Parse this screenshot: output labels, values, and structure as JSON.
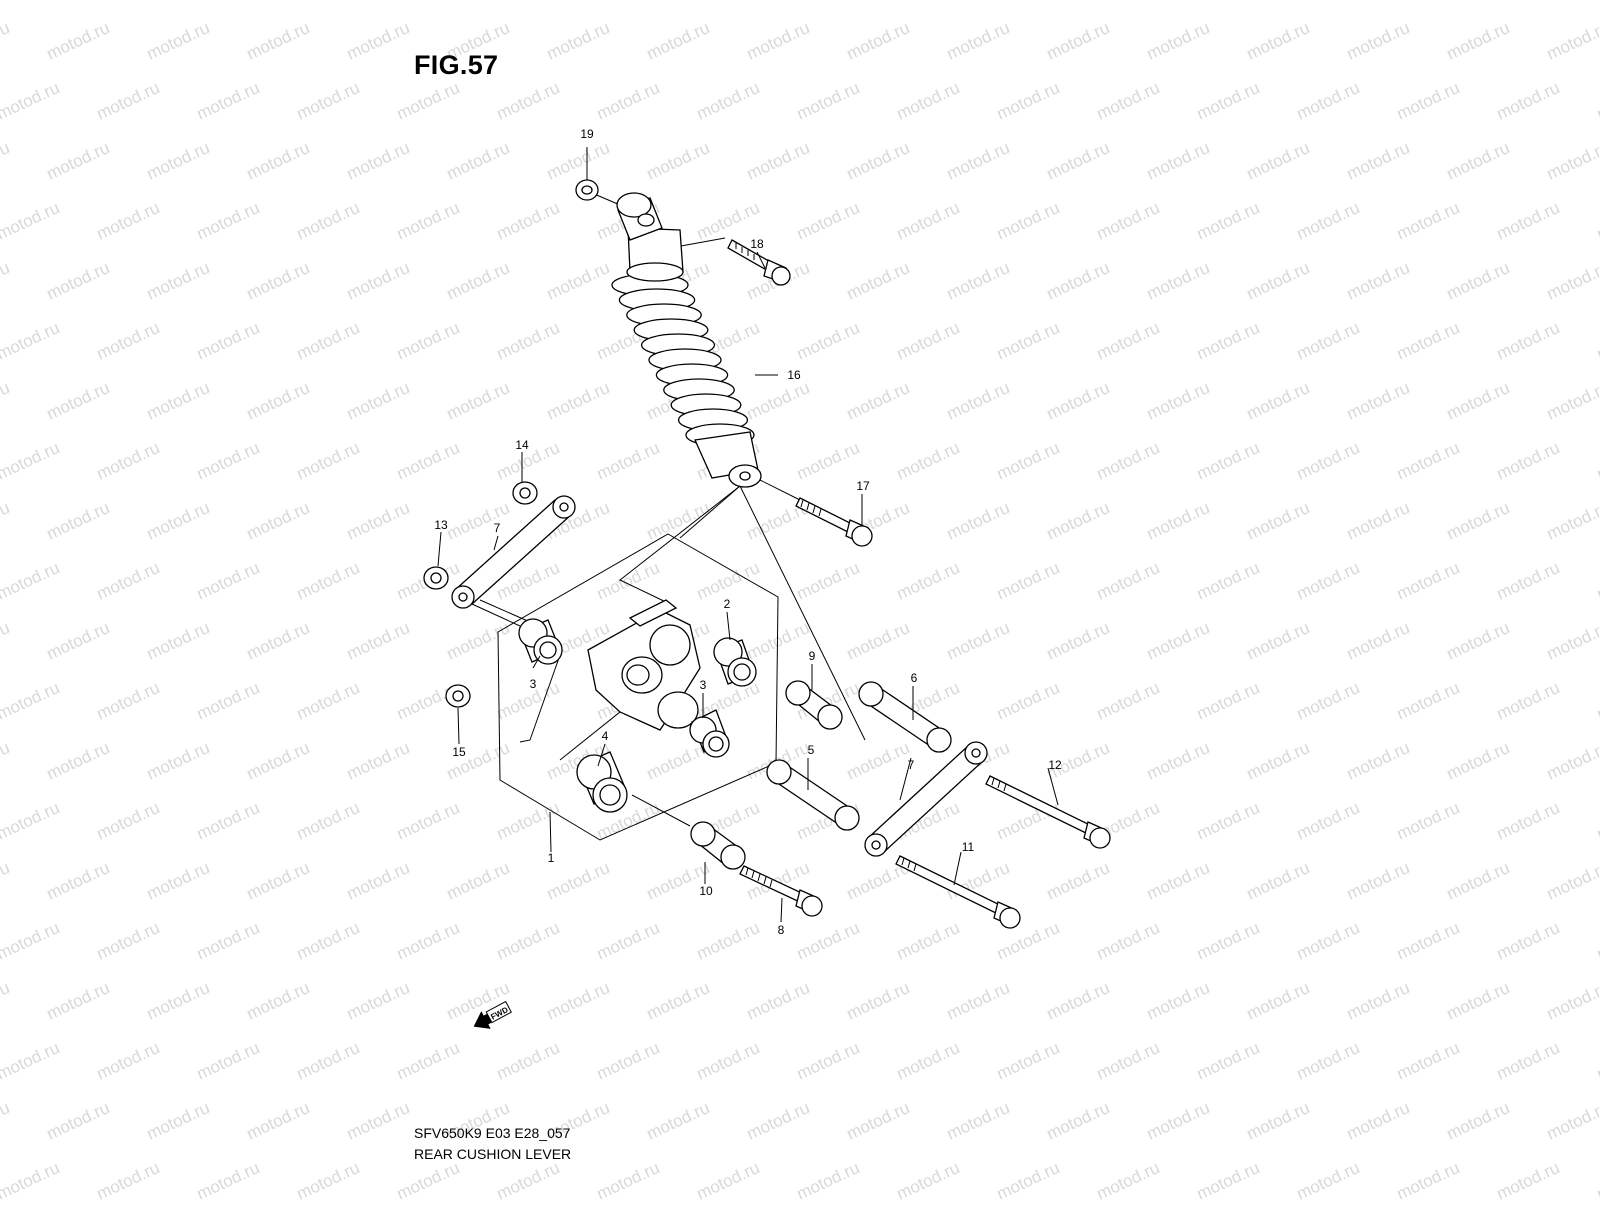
{
  "figure": {
    "title": "FIG.57",
    "model_code": "SFV650K9 E03 E28_057",
    "name": "REAR CUSHION LEVER",
    "watermark": "motod.ru",
    "fwd_label": "FWD"
  },
  "callouts": [
    "1",
    "2",
    "3",
    "3",
    "4",
    "5",
    "6",
    "7",
    "7",
    "8",
    "9",
    "10",
    "11",
    "12",
    "13",
    "14",
    "15",
    "16",
    "17",
    "18",
    "19"
  ],
  "colors": {
    "line": "#000000",
    "watermark": "#d8d8d8",
    "background": "#ffffff"
  }
}
